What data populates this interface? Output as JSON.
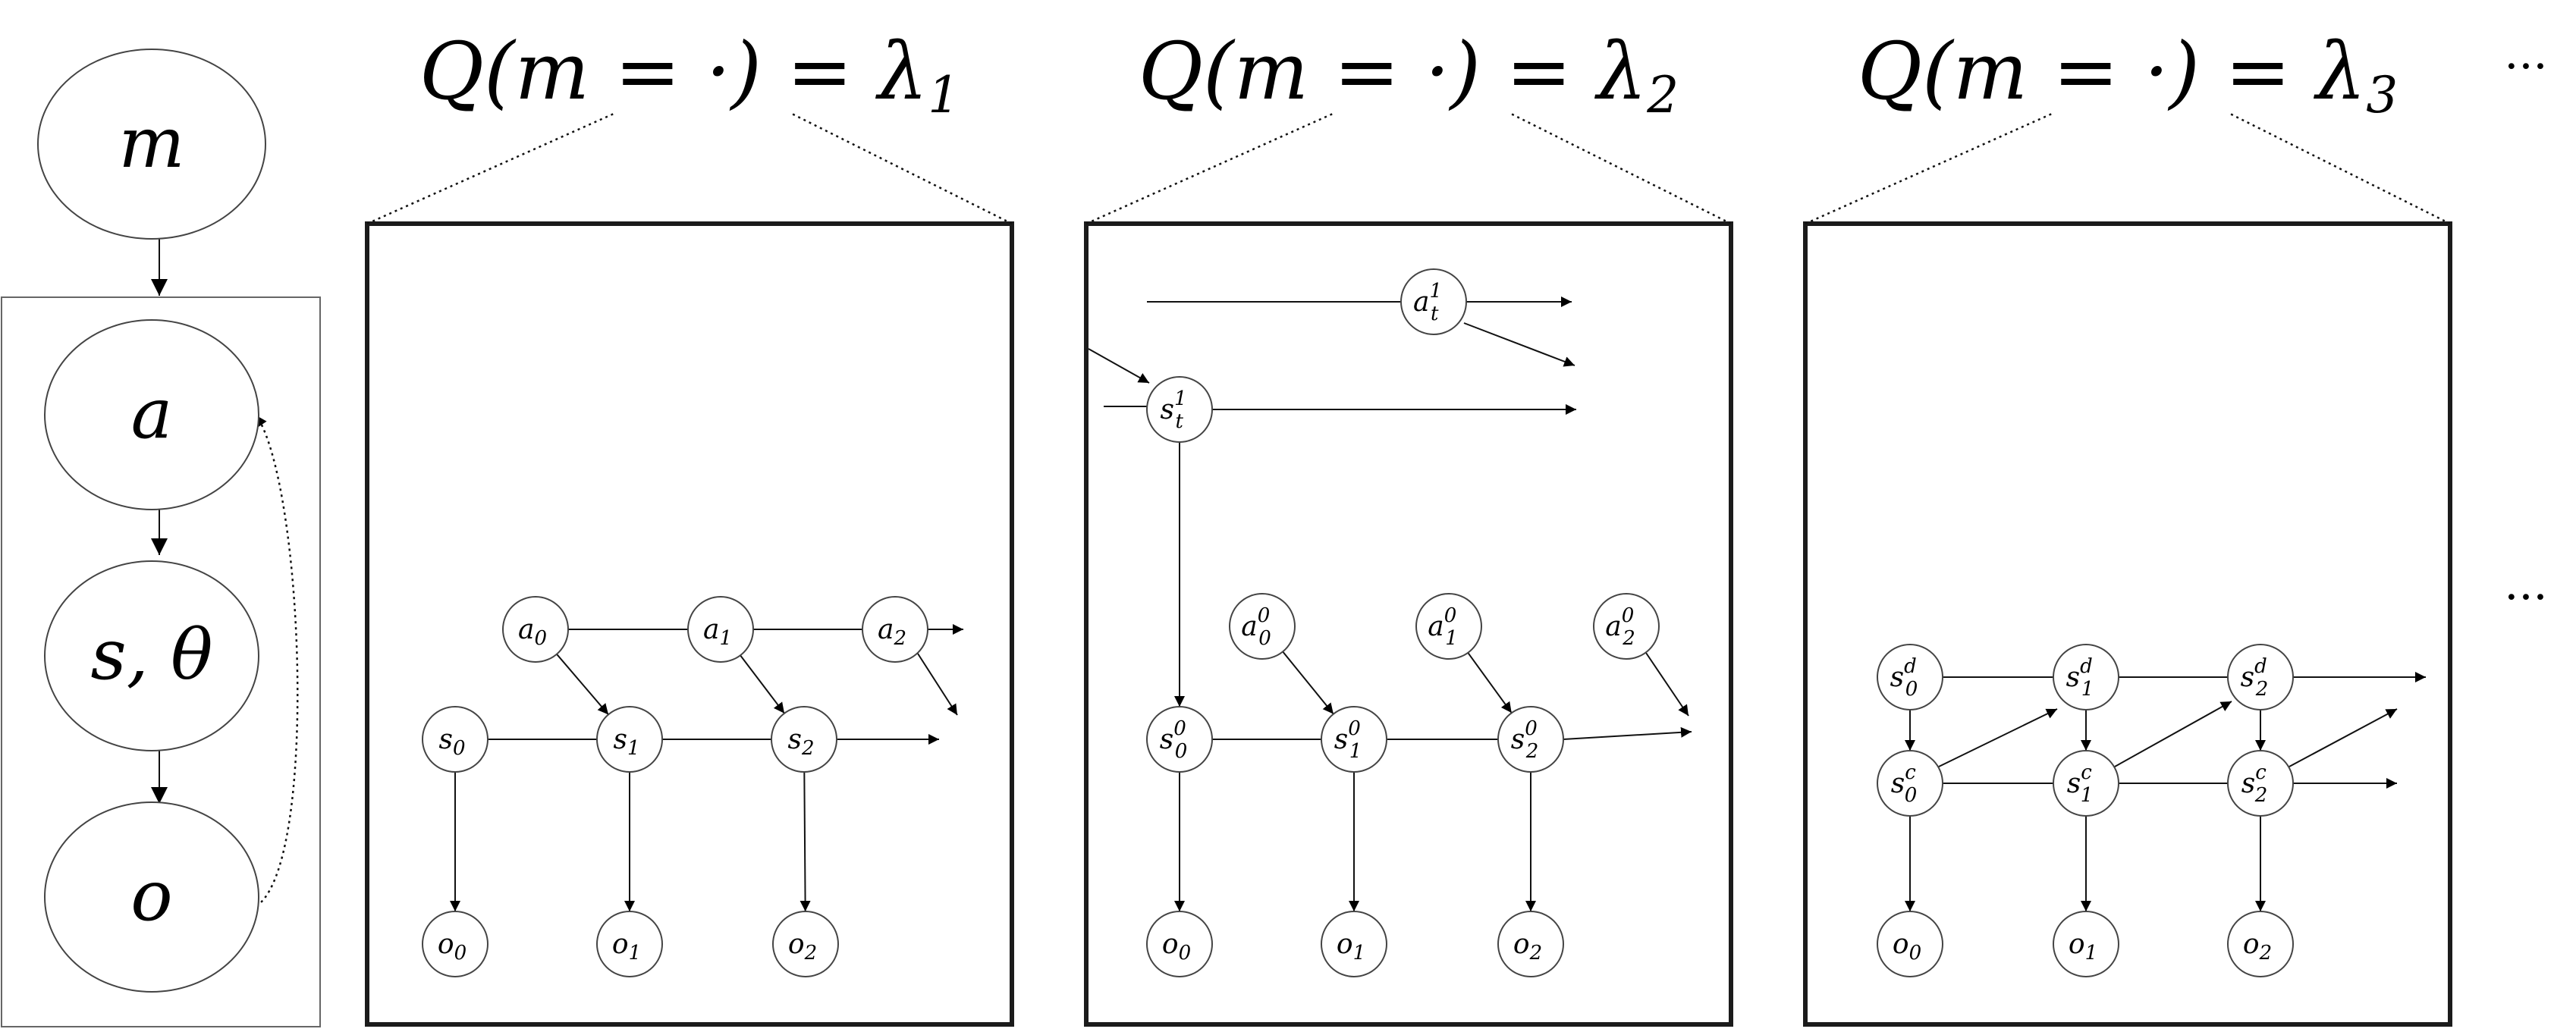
{
  "plate": {
    "nodes": [
      {
        "id": "m",
        "main": "m",
        "sup": "",
        "sub": ""
      },
      {
        "id": "a",
        "main": "a",
        "sup": "",
        "sub": ""
      },
      {
        "id": "st",
        "main": "s, θ",
        "sup": "",
        "sub": ""
      },
      {
        "id": "o",
        "main": "o",
        "sup": "",
        "sub": ""
      }
    ]
  },
  "panels": [
    {
      "title_left": "Q(m = ·) = λ",
      "title_sub": "1",
      "nodes": [
        {
          "id": "a0",
          "main": "a",
          "sub": "0",
          "sup": ""
        },
        {
          "id": "a1",
          "main": "a",
          "sub": "1",
          "sup": ""
        },
        {
          "id": "a2",
          "main": "a",
          "sub": "2",
          "sup": ""
        },
        {
          "id": "s0",
          "main": "s",
          "sub": "0",
          "sup": ""
        },
        {
          "id": "s1",
          "main": "s",
          "sub": "1",
          "sup": ""
        },
        {
          "id": "s2",
          "main": "s",
          "sub": "2",
          "sup": ""
        },
        {
          "id": "o0",
          "main": "o",
          "sub": "0",
          "sup": ""
        },
        {
          "id": "o1",
          "main": "o",
          "sub": "1",
          "sup": ""
        },
        {
          "id": "o2",
          "main": "o",
          "sub": "2",
          "sup": ""
        }
      ]
    },
    {
      "title_left": "Q(m = ·) = λ",
      "title_sub": "2",
      "nodes": [
        {
          "id": "a1t",
          "main": "a",
          "sub": "t",
          "sup": "1"
        },
        {
          "id": "s1t",
          "main": "s",
          "sub": "t",
          "sup": "1"
        },
        {
          "id": "a00",
          "main": "a",
          "sub": "0",
          "sup": "0"
        },
        {
          "id": "a10",
          "main": "a",
          "sub": "1",
          "sup": "0"
        },
        {
          "id": "a20",
          "main": "a",
          "sub": "2",
          "sup": "0"
        },
        {
          "id": "s00",
          "main": "s",
          "sub": "0",
          "sup": "0"
        },
        {
          "id": "s10",
          "main": "s",
          "sub": "1",
          "sup": "0"
        },
        {
          "id": "s20",
          "main": "s",
          "sub": "2",
          "sup": "0"
        },
        {
          "id": "o0",
          "main": "o",
          "sub": "0",
          "sup": ""
        },
        {
          "id": "o1",
          "main": "o",
          "sub": "1",
          "sup": ""
        },
        {
          "id": "o2",
          "main": "o",
          "sub": "2",
          "sup": ""
        }
      ]
    },
    {
      "title_left": "Q(m = ·) = λ",
      "title_sub": "3",
      "nodes": [
        {
          "id": "sd0",
          "main": "s",
          "sub": "0",
          "sup": "d"
        },
        {
          "id": "sd1",
          "main": "s",
          "sub": "1",
          "sup": "d"
        },
        {
          "id": "sd2",
          "main": "s",
          "sub": "2",
          "sup": "d"
        },
        {
          "id": "sc0",
          "main": "s",
          "sub": "0",
          "sup": "c"
        },
        {
          "id": "sc1",
          "main": "s",
          "sub": "1",
          "sup": "c"
        },
        {
          "id": "sc2",
          "main": "s",
          "sub": "2",
          "sup": "c"
        },
        {
          "id": "o0",
          "main": "o",
          "sub": "0",
          "sup": ""
        },
        {
          "id": "o1",
          "main": "o",
          "sub": "1",
          "sup": ""
        },
        {
          "id": "o2",
          "main": "o",
          "sub": "2",
          "sup": ""
        }
      ]
    }
  ],
  "ellipsis": "···"
}
